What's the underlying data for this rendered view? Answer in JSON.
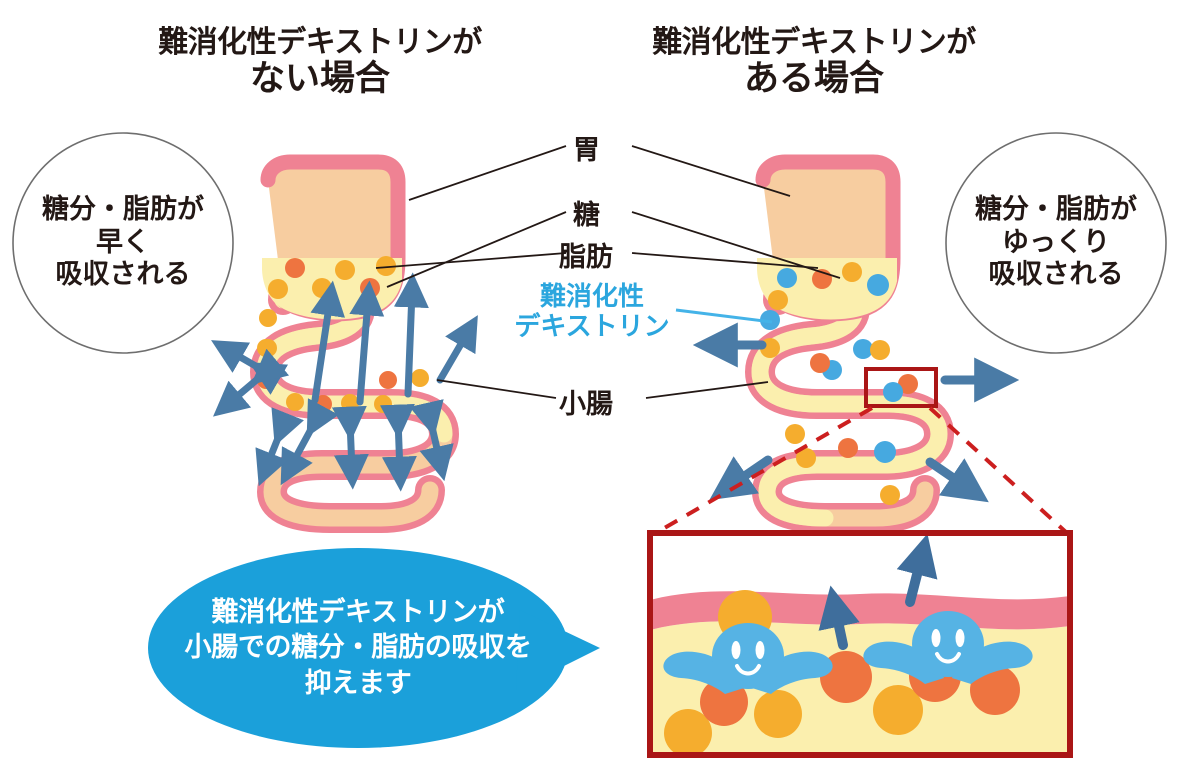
{
  "titles": {
    "left": {
      "line1": "難消化性デキストリンが",
      "line2": "ない場合"
    },
    "right": {
      "line1": "難消化性デキストリンが",
      "line2": "ある場合"
    }
  },
  "bubbles": {
    "left": {
      "line1": "糖分・脂肪が",
      "line2": "早く",
      "line3": "吸収される"
    },
    "right": {
      "line1": "糖分・脂肪が",
      "line2": "ゆっくり",
      "line3": "吸収される"
    }
  },
  "labels": {
    "stomach": "胃",
    "sugar": "糖",
    "fat": "脂肪",
    "dextrin_line1": "難消化性",
    "dextrin_line2": "デキストリン",
    "small_intestine": "小腸"
  },
  "speech": {
    "line1": "難消化性デキストリンが",
    "line2": "小腸での糖分・脂肪の吸収を",
    "line3": "抑えます"
  },
  "colors": {
    "wall_pink": "#ef8293",
    "wall_pink_soft": "#ee8195",
    "organ_peach": "#f7cda0",
    "chyme_yellow": "#fbefae",
    "sugar_orange": "#ee7440",
    "fat_yellow": "#f5ad2e",
    "dextrin_blue": "#46a9e0",
    "arrow_blue": "#4a7ba6",
    "speech_blue": "#1ba0da",
    "label_blue": "#2ba6de",
    "inset_red": "#aa1616",
    "text_dark": "#231815",
    "circle_outline": "#6e6e6e"
  },
  "inset": {
    "membrane_color": "#ef8293",
    "lumen_color": "#ffffff",
    "tissue_color": "#fbefae",
    "blocker_count": 2,
    "arrow_count": 2
  },
  "chart_data": {
    "type": "diagram",
    "title": "難消化性デキストリンの小腸における糖分・脂肪吸収抑制",
    "panels": [
      {
        "name": "ない場合",
        "particles": {
          "sugar": 7,
          "fat": 9,
          "dextrin": 0
        },
        "absorption_arrows": 13,
        "absorption_rate": "早く"
      },
      {
        "name": "ある場合",
        "particles": {
          "sugar": 6,
          "fat": 8,
          "dextrin": 8
        },
        "absorption_arrows": 4,
        "absorption_rate": "ゆっくり"
      }
    ]
  }
}
